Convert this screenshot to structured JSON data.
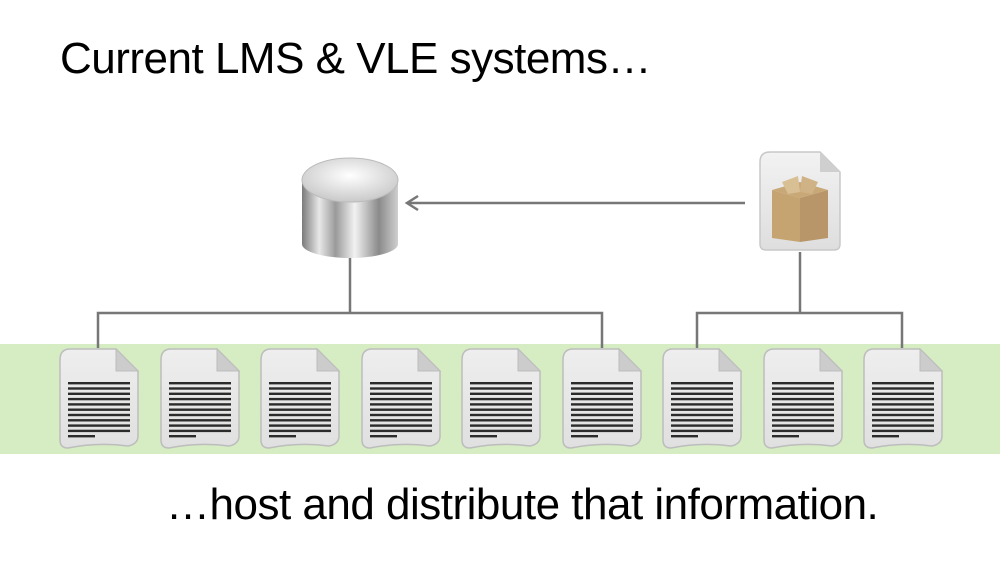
{
  "slide": {
    "title": "Current LMS & VLE systems…",
    "caption": "…host and distribute that information.",
    "band_color": "#d6ecc3",
    "connector_color": "#777777"
  },
  "diagram": {
    "nodes": [
      {
        "id": "database",
        "icon": "database-icon",
        "label": ""
      },
      {
        "id": "package",
        "icon": "package-file-icon",
        "label": ""
      }
    ],
    "edges": [
      {
        "from": "package",
        "to": "database",
        "type": "arrow"
      },
      {
        "from": "database",
        "to": "documents",
        "range": [
          0,
          5
        ],
        "type": "tree"
      },
      {
        "from": "package",
        "to": "documents",
        "range": [
          6,
          8
        ],
        "type": "tree"
      }
    ],
    "documents": [
      {
        "icon": "text-document-icon"
      },
      {
        "icon": "text-document-icon"
      },
      {
        "icon": "text-document-icon"
      },
      {
        "icon": "text-document-icon"
      },
      {
        "icon": "text-document-icon"
      },
      {
        "icon": "text-document-icon"
      },
      {
        "icon": "text-document-icon"
      },
      {
        "icon": "text-document-icon"
      },
      {
        "icon": "text-document-icon"
      }
    ]
  }
}
